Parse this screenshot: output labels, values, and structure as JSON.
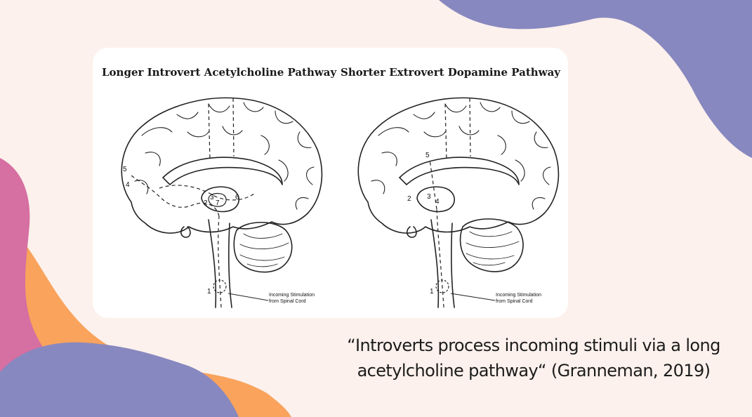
{
  "diagrams": [
    {
      "title": "Longer Introvert Acetylcholine Pathway",
      "numbers": [
        "5",
        "4",
        "3",
        "2",
        "7",
        "6",
        "1"
      ],
      "annotation": [
        "Incoming Stimulation",
        "from Spinal Cord"
      ]
    },
    {
      "title": "Shorter Extrovert Dopamine Pathway",
      "numbers": [
        "5",
        "2",
        "3",
        "4",
        "1"
      ],
      "annotation": [
        "Incoming Stimulation",
        "from Spinal Cord"
      ]
    }
  ],
  "caption": {
    "line1": "“Introverts process incoming stimuli via a long",
    "line2": "acetylcholine pathway“ (Granneman, 2019)"
  },
  "colors": {
    "background": "#fcf1ec",
    "purple_blob": "#8888c0",
    "pink_blob": "#d66fa2",
    "orange_blob": "#f9a35c",
    "card": "#ffffff"
  }
}
